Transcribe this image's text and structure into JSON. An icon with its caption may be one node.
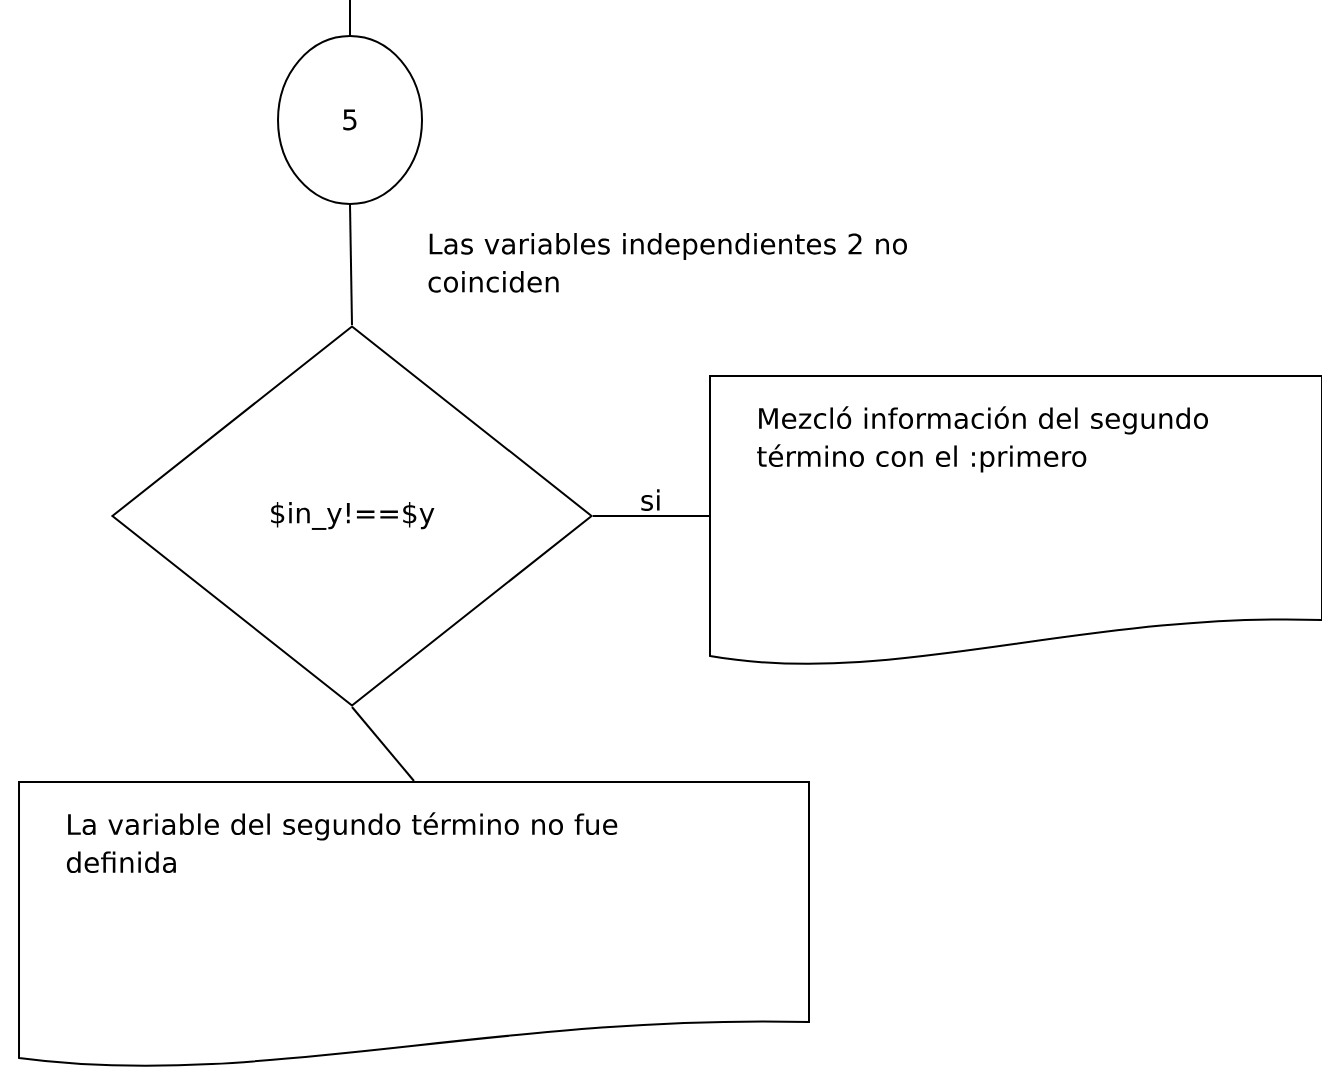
{
  "diagram": {
    "nodes": [
      {
        "text": [
          "5"
        ]
      },
      {
        "text": [
          "$in_y!==$y"
        ]
      },
      {
        "text": [
          "Mezcló información del segundo término con el :primero"
        ]
      },
      {
        "text": [
          "La variable del segundo término no fue definida"
        ]
      }
    ],
    "edges": [
      {
        "from": null,
        "to": 0,
        "arrow": "none"
      },
      {
        "from": 0,
        "to": 1,
        "arrow": "none"
      },
      {
        "from": 1,
        "to": 2,
        "arrow": "none",
        "label": "si"
      },
      {
        "from": 1,
        "to": 3,
        "arrow": "none"
      }
    ],
    "labels": [
      "Las variables independientes 2 no coinciden"
    ]
  }
}
